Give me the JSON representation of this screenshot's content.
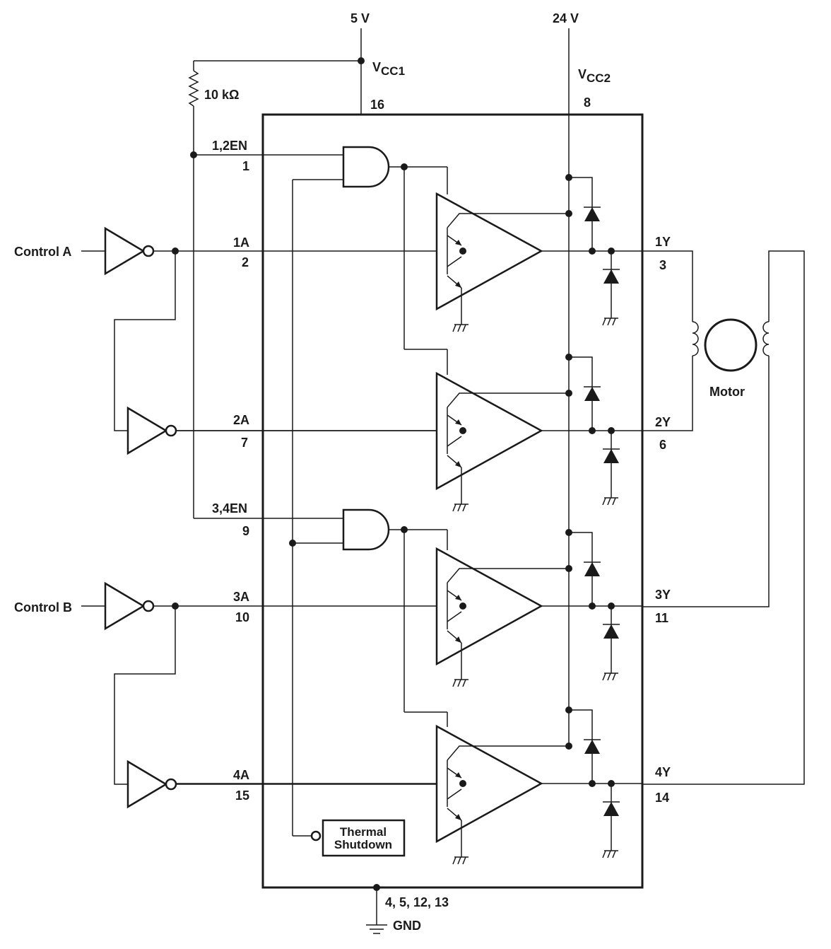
{
  "supplies": {
    "v5": "5 V",
    "v24": "24 V"
  },
  "vcc1": {
    "main": "V",
    "sub": "CC1",
    "pin": "16"
  },
  "vcc2": {
    "main": "V",
    "sub": "CC2",
    "pin": "8"
  },
  "resistor": "10 kΩ",
  "enables": [
    {
      "name": "1,2EN",
      "pin": "1"
    },
    {
      "name": "3,4EN",
      "pin": "9"
    }
  ],
  "controls": [
    "Control A",
    "Control B"
  ],
  "inputs": [
    {
      "name": "1A",
      "pin": "2"
    },
    {
      "name": "2A",
      "pin": "7"
    },
    {
      "name": "3A",
      "pin": "10"
    },
    {
      "name": "4A",
      "pin": "15"
    }
  ],
  "outputs": [
    {
      "name": "1Y",
      "pin": "3"
    },
    {
      "name": "2Y",
      "pin": "6"
    },
    {
      "name": "3Y",
      "pin": "11"
    },
    {
      "name": "4Y",
      "pin": "14"
    }
  ],
  "motor": "Motor",
  "thermal": [
    "Thermal",
    "Shutdown"
  ],
  "gnd": {
    "pins": "4, 5, 12, 13",
    "label": "GND"
  }
}
